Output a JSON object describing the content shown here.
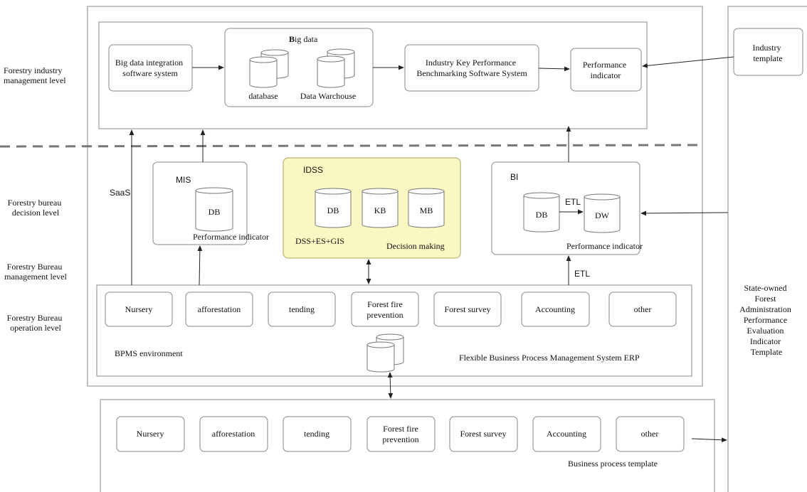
{
  "levels": {
    "industry_mgmt": [
      "Forestry industry",
      "management level"
    ],
    "bureau_decision": [
      "Forestry bureau",
      "decision level"
    ],
    "bureau_mgmt": [
      "Forestry Bureau",
      "management level"
    ],
    "bureau_operation": [
      "Forestry Bureau",
      "operation level"
    ]
  },
  "top": {
    "big_data_integration": [
      "Big data integration",
      "software system"
    ],
    "big_data_title_bold": "B",
    "big_data_title_rest": "ig data",
    "database_label": "database",
    "warehouse_label": "Data Warchouse",
    "kpi_benchmarking": [
      "Industry Key Performance",
      "Benchmarking Software System"
    ],
    "performance_indicator": [
      "Performance",
      "indicator"
    ]
  },
  "industry_template": [
    "Industry",
    "template"
  ],
  "state_template": [
    "State-owned",
    "Forest",
    "Administration",
    "Performance",
    "Evaluation",
    "Indicator",
    "Template"
  ],
  "saas": "SaaS",
  "mis": {
    "title": "MIS",
    "db": "DB",
    "caption": "Performance indicator"
  },
  "idss": {
    "title": "IDSS",
    "stores": [
      "DB",
      "KB",
      "MB"
    ],
    "left_caption": "DSS+ES+GIS",
    "right_caption": "Decision making",
    "fill": "#fbf7c2",
    "stroke": "#a9a25a"
  },
  "bi": {
    "title": "BI",
    "db": "DB",
    "dw": "DW",
    "etl_inner": "ETL",
    "caption": "Performance indicator"
  },
  "etl_outer": "ETL",
  "processes_upper": [
    "Nursery",
    "afforestation",
    "tending",
    "Forest fire|prevention",
    "Forest survey",
    "Accounting",
    "other"
  ],
  "bpms_env": "BPMS environment",
  "erp": "Flexible Business Process Management System ERP",
  "processes_lower": [
    "Nursery",
    "afforestation",
    "tending",
    "Forest fire|prevention",
    "Forest survey",
    "Accounting",
    "other"
  ],
  "bp_template": "Business process template",
  "divider_color": "#777777"
}
